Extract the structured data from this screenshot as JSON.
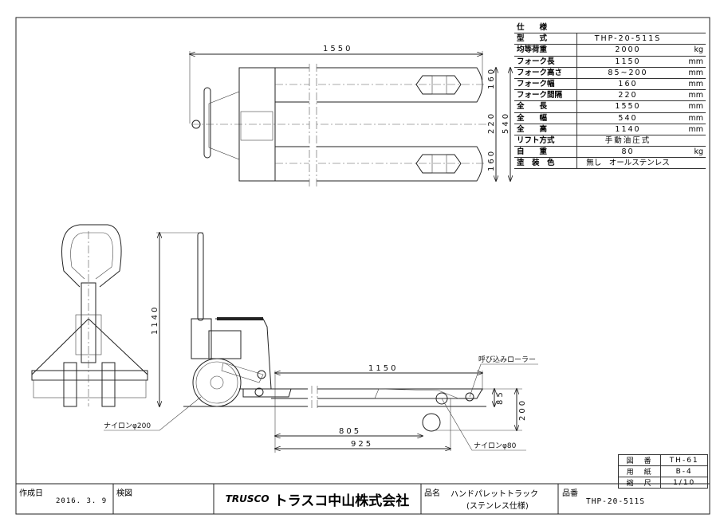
{
  "spec_table": {
    "title": "仕　　様",
    "rows": [
      {
        "label": "型　　式",
        "value": "THP-20-511S",
        "unit": ""
      },
      {
        "label": "均等荷重",
        "value": "2000",
        "unit": "kg"
      },
      {
        "label": "フォーク長",
        "value": "1150",
        "unit": "mm"
      },
      {
        "label": "フォーク高さ",
        "value": "85~200",
        "unit": "mm"
      },
      {
        "label": "フォーク幅",
        "value": "160",
        "unit": "mm"
      },
      {
        "label": "フォーク間隔",
        "value": "220",
        "unit": "mm"
      },
      {
        "label": "全　　長",
        "value": "1550",
        "unit": "mm"
      },
      {
        "label": "全　　幅",
        "value": "540",
        "unit": "mm"
      },
      {
        "label": "全　　高",
        "value": "1140",
        "unit": "mm"
      },
      {
        "label": "リフト方式",
        "value": "手動油圧式",
        "unit": ""
      },
      {
        "label": "自　　重",
        "value": "80",
        "unit": "kg"
      },
      {
        "label": "塗　装　色",
        "value": "無し　オールステンレス",
        "unit": ""
      }
    ]
  },
  "dimensions": {
    "overall_length": "1550",
    "fork_width_top": "160",
    "fork_gap": "220",
    "overall_width": "540",
    "fork_width_bottom": "160",
    "overall_height": "1140",
    "fork_length": "1150",
    "lowered_height": "85",
    "raised_height": "200",
    "roller_pos_1": "805",
    "roller_pos_2": "925"
  },
  "annotations": {
    "entry_roller": "呼び込みローラー",
    "steer_wheel": "ナイロンφ200",
    "load_wheel": "ナイロンφ80"
  },
  "drawing_info": {
    "drawing_no_label": "図　番",
    "drawing_no": "TH-61",
    "paper_label": "用　紙",
    "paper": "B-4",
    "scale_label": "縮　尺",
    "scale": "1/10"
  },
  "title_block": {
    "created_label": "作成日",
    "created_date": "2016. 3. 9",
    "checked_label": "検図",
    "brand": "TRUSCO",
    "company": "トラスコ中山株式会社",
    "product_name_label": "品名",
    "product_name_1": "ハンドパレットトラック",
    "product_name_2": "(ステンレス仕様)",
    "product_no_label": "品番",
    "product_no": "THP-20-511S"
  }
}
